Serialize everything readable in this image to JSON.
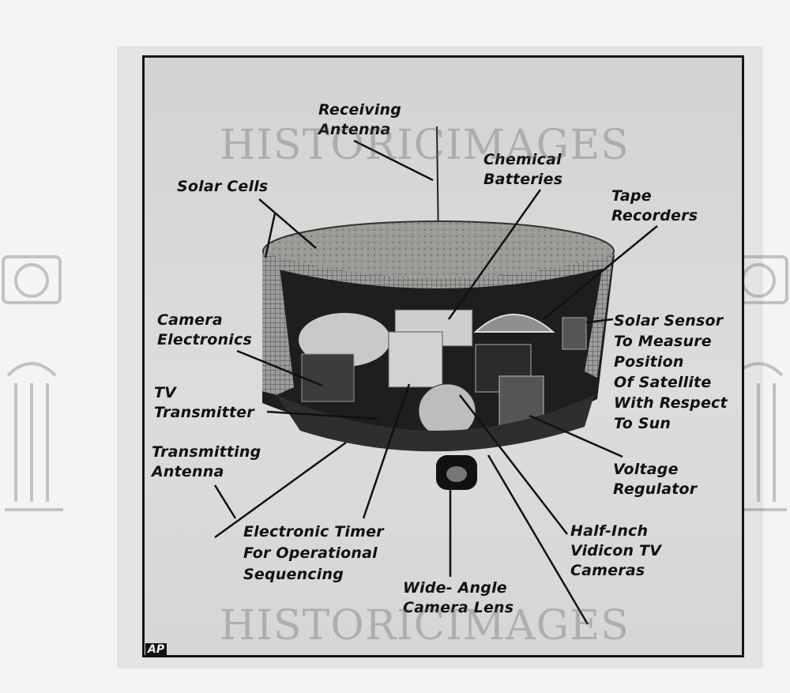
{
  "labels": {
    "receiving_antenna": "Receiving\nAntenna",
    "solar_cells": "Solar Cells",
    "chemical_batteries": "Chemical\nBatteries",
    "tape_recorders": "Tape\nRecorders",
    "camera_electronics": "Camera\nElectronics",
    "solar_sensor": "Solar Sensor\nTo Measure\nPosition\nOf Satellite\nWith Respect\nTo Sun",
    "tv_transmitter": "TV\nTransmitter",
    "transmitting_antenna": "Transmitting\nAntenna",
    "voltage_regulator": "Voltage\nRegulator",
    "electronic_timer": "Electronic Timer\nFor Operational\nSequencing",
    "vidicon_cameras": "Half-Inch\nVidicon TV\nCameras",
    "wide_angle_lens": "Wide- Angle\nCamera Lens"
  },
  "watermark": "HISTORICIMAGES",
  "credit": "AP",
  "colors": {
    "ink": "#111111",
    "frame_bg": "#d8d8d6",
    "satellite_dark": "#2a2a2a",
    "satellite_light": "#9a9a98"
  }
}
